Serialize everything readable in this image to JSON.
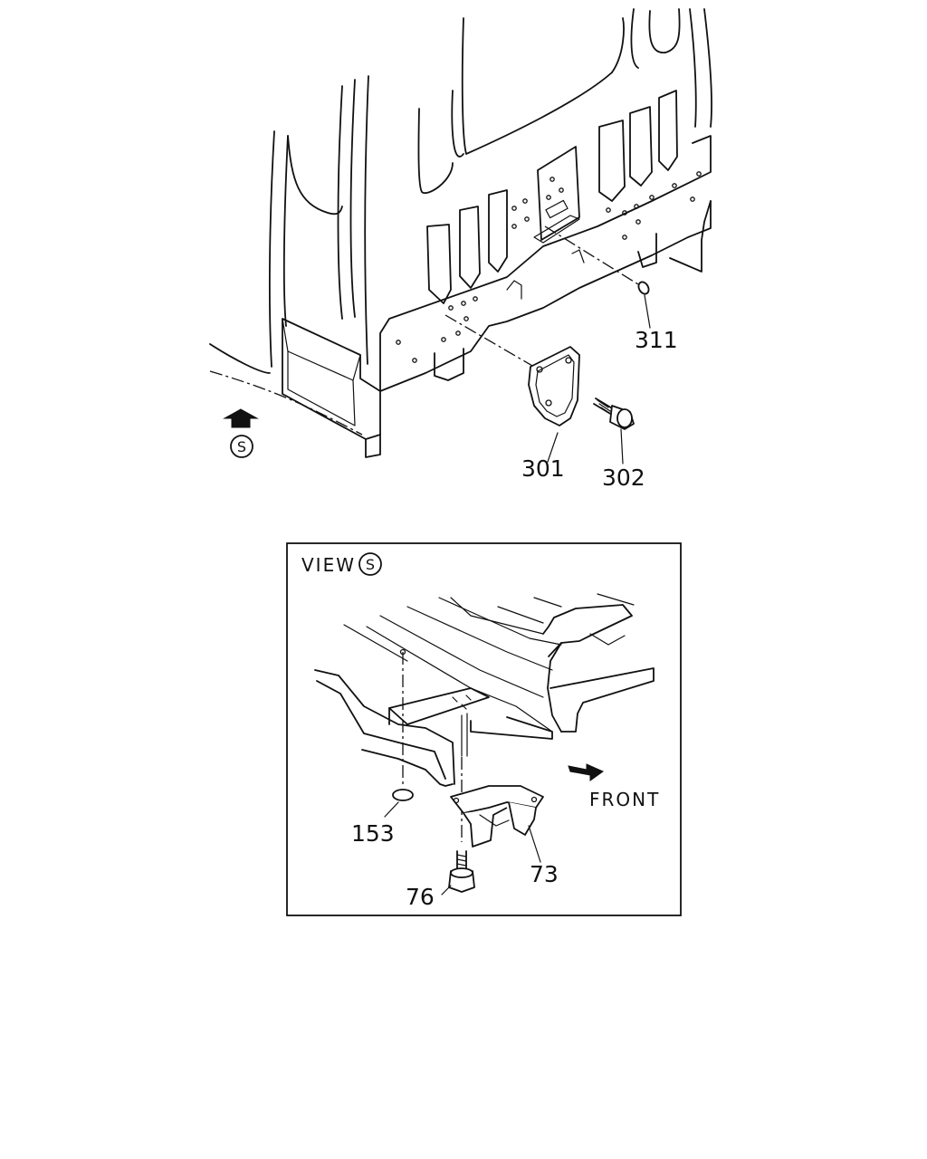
{
  "callouts": {
    "part_311": "311",
    "part_301": "301",
    "part_302": "302",
    "part_153": "153",
    "part_76": "76",
    "part_73": "73"
  },
  "view_marker": "S",
  "inset": {
    "view_label": "VIEW",
    "view_letter": "S",
    "front_label": "FRONT"
  },
  "colors": {
    "line": "#111111",
    "background": "#ffffff"
  }
}
